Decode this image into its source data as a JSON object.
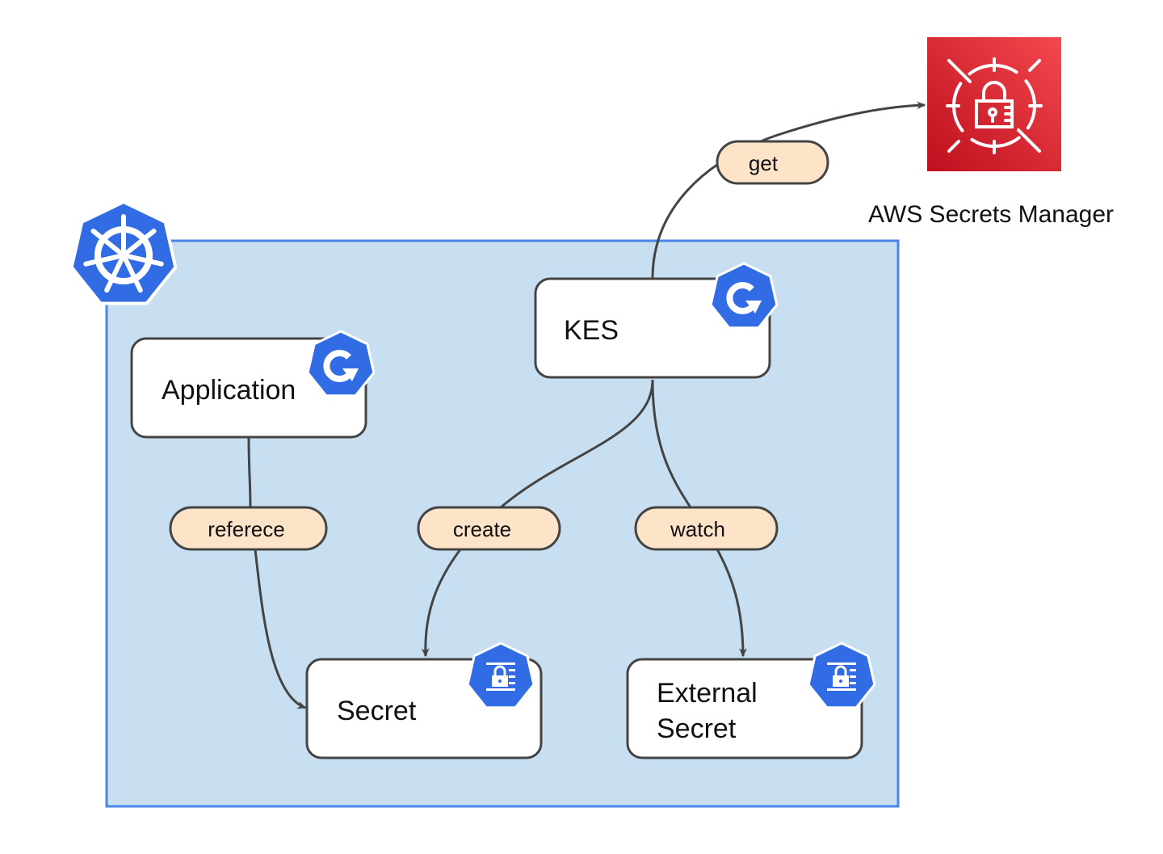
{
  "colors": {
    "cluster_fill": "#c8dff1",
    "cluster_stroke": "#4a86e8",
    "k8s_blue": "#326ce5",
    "pill_fill": "#fde3c8",
    "edge": "#444444",
    "aws_red_top": "#f0424a",
    "aws_red_bottom": "#bd0f1d"
  },
  "cluster": {
    "icon": "kubernetes-helm-icon"
  },
  "nodes": {
    "application": {
      "label": "Application",
      "icon": "deployment-icon"
    },
    "kes": {
      "label": "KES",
      "icon": "deployment-icon"
    },
    "secret": {
      "label": "Secret",
      "icon": "secret-lock-icon"
    },
    "external_secret": {
      "line1": "External",
      "line2": "Secret",
      "icon": "secret-lock-icon"
    }
  },
  "aws": {
    "label": "AWS Secrets Manager",
    "icon": "aws-secrets-manager-icon"
  },
  "edges": {
    "get": {
      "label": "get",
      "from": "KES",
      "to": "AWS Secrets Manager"
    },
    "reference": {
      "label": "referece",
      "from": "Application",
      "to": "Secret"
    },
    "create": {
      "label": "create",
      "from": "KES",
      "to": "Secret"
    },
    "watch": {
      "label": "watch",
      "from": "KES",
      "to": "External Secret"
    }
  }
}
